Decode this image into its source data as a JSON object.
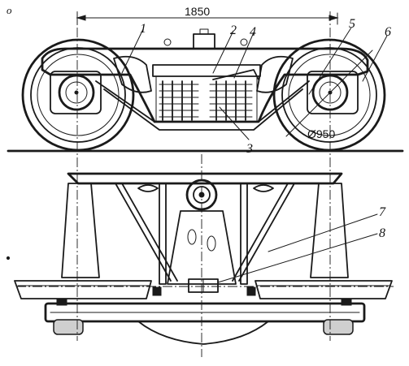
{
  "figure": {
    "corner_mark": "o",
    "dimension_base": "1850",
    "dimension_diameter": "Ø950",
    "callouts": [
      "1",
      "2",
      "4",
      "5",
      "6",
      "3",
      "7",
      "8"
    ]
  }
}
